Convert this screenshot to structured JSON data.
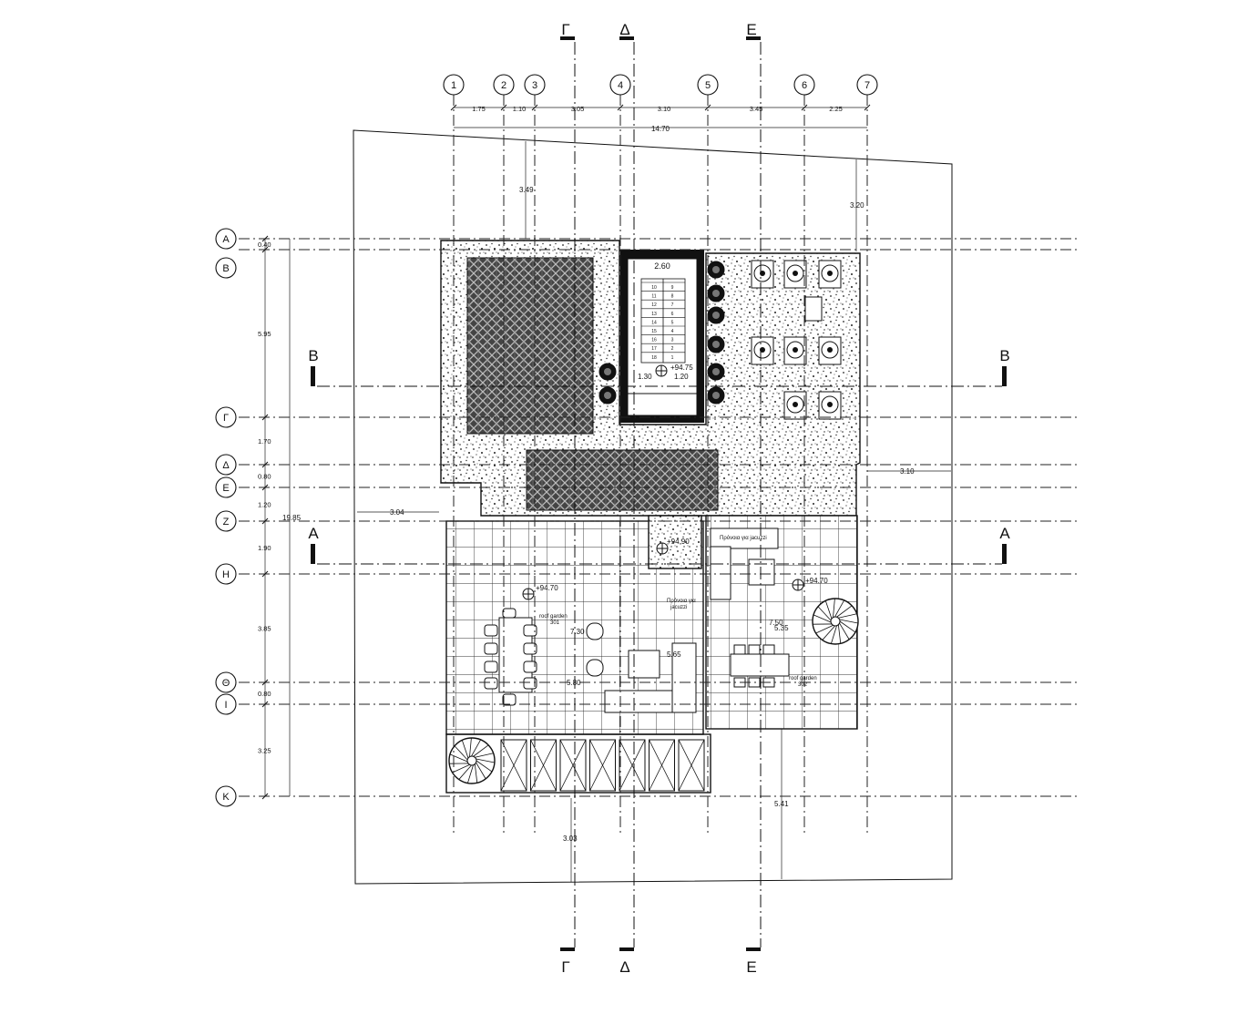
{
  "column_axes": [
    {
      "label": "1"
    },
    {
      "label": "2"
    },
    {
      "label": "3"
    },
    {
      "label": "4"
    },
    {
      "label": "5"
    },
    {
      "label": "6"
    },
    {
      "label": "7"
    }
  ],
  "row_axes": [
    {
      "label": "Α"
    },
    {
      "label": "Β"
    },
    {
      "label": "Γ"
    },
    {
      "label": "Δ"
    },
    {
      "label": "Ε"
    },
    {
      "label": "Ζ"
    },
    {
      "label": "Η"
    },
    {
      "label": "Θ"
    },
    {
      "label": "Ι"
    },
    {
      "label": "Κ"
    }
  ],
  "column_spacings": [
    "1.75",
    "1.10",
    "3.05",
    "3.10",
    "3.45",
    "2.25"
  ],
  "total_width": "14.70",
  "row_spacings": [
    "0.40",
    "5.95",
    "1.70",
    "0.80",
    "1.20",
    "1.90",
    "3.85",
    "0.80",
    "3.25"
  ],
  "total_depth": "19.85",
  "sections": {
    "vertical": [
      "Γ",
      "Δ",
      "Ε"
    ],
    "horizontal": [
      "Β",
      "Α"
    ]
  },
  "dimensions": {
    "top_left_setback": "3.49",
    "top_right_setback": "3.20",
    "left_setback": "3.04",
    "right_setback": "3.10",
    "bottom_setback": "3.03",
    "bottom_right_setback": "5.41",
    "stair_width": "2.60",
    "stair_landing_left": "1.30",
    "stair_landing_right": "1.20",
    "room_w1": "7.30",
    "room_w2": "5.65",
    "room_w3": "5.80",
    "room_w4": "7.50",
    "room_w5": "5.35"
  },
  "levels": {
    "stair": "+94.75",
    "left_garden": "+94.70",
    "right_garden": "+94.70",
    "small_room": "+94.90"
  },
  "rooms": {
    "left_garden": "roof garden",
    "left_garden_no": "301",
    "right_garden": "roof garden",
    "right_garden_no": "302",
    "jacuzzi_note": "Πρόνοια για jacuzzi",
    "jacuzzi_note2": "Πρόνοια για",
    "jacuzzi_note3": "jacuzzi"
  },
  "stair_steps_left": [
    "10",
    "11",
    "12",
    "13",
    "14",
    "15",
    "16",
    "17",
    "18"
  ],
  "stair_steps_right": [
    "9",
    "8",
    "7",
    "6",
    "5",
    "4",
    "3",
    "2",
    "1"
  ],
  "colors": {
    "ink": "#111111",
    "paper": "#ffffff"
  }
}
